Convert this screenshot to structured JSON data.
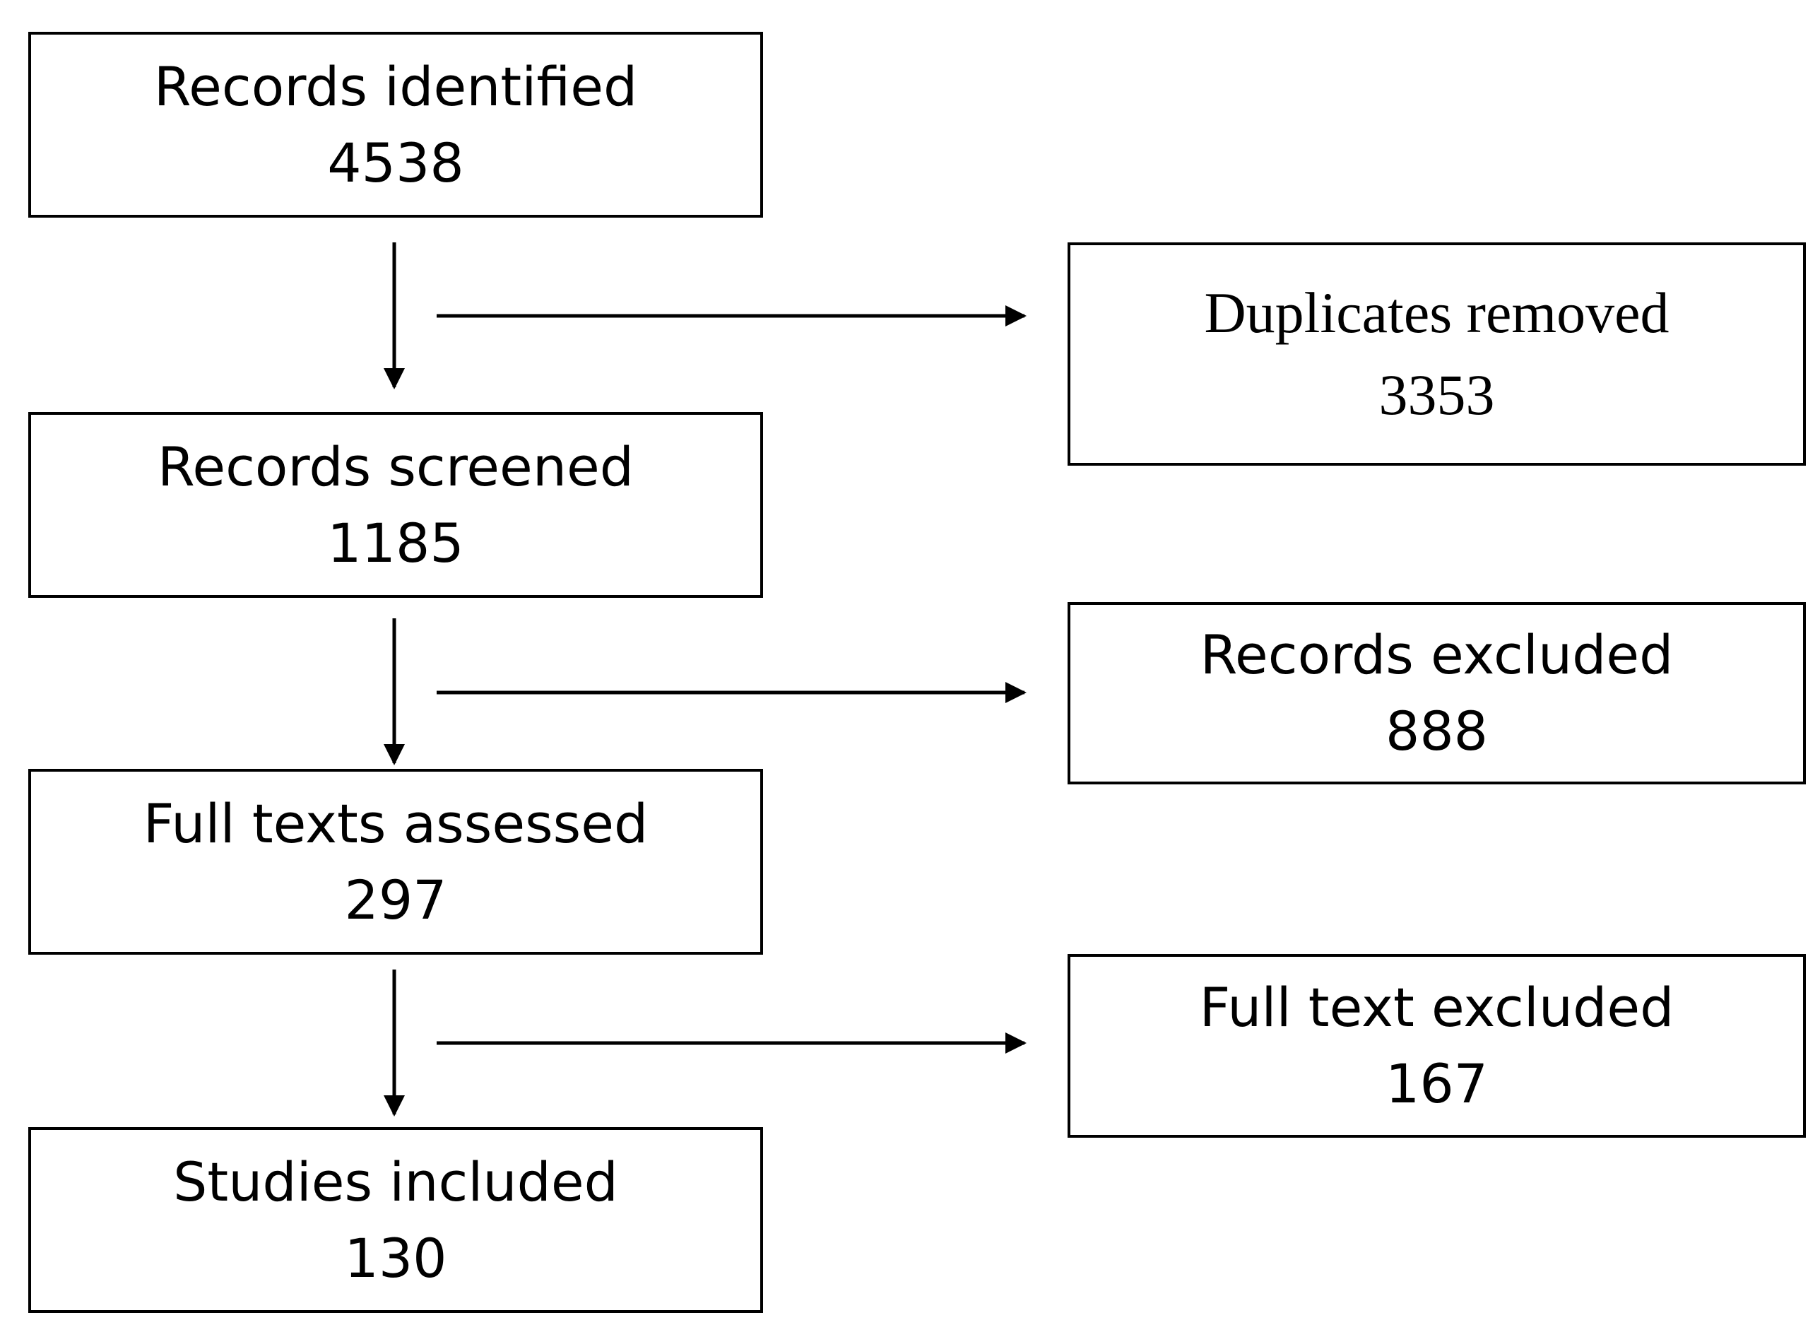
{
  "flow": {
    "main": [
      {
        "id": "identified",
        "label": "Records identified",
        "count": "4538"
      },
      {
        "id": "screened",
        "label": "Records screened",
        "count": "1185"
      },
      {
        "id": "full-texts",
        "label": "Full texts assessed",
        "count": "297"
      },
      {
        "id": "included",
        "label": "Studies included",
        "count": "130"
      }
    ],
    "side": [
      {
        "id": "duplicates",
        "label": "Duplicates removed",
        "count": "3353"
      },
      {
        "id": "records-excluded",
        "label": "Records excluded",
        "count": "888"
      },
      {
        "id": "fulltext-excluded",
        "label": "Full text excluded",
        "count": "167"
      }
    ]
  }
}
